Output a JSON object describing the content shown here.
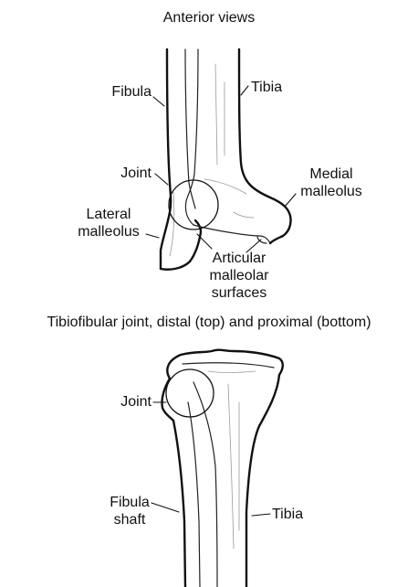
{
  "top_view": {
    "title": "Anterior views",
    "labels": {
      "fibula": "Fibula",
      "tibia": "Tibia",
      "joint": "Joint",
      "medial_malleolus_line1": "Medial",
      "medial_malleolus_line2": "malleolus",
      "lateral_malleolus_line1": "Lateral",
      "lateral_malleolus_line2": "malleolus",
      "articular_line1": "Articular",
      "articular_line2": "malleolar",
      "articular_line3": "surfaces"
    }
  },
  "middle_caption": "Tibiofibular joint, distal (top) and proximal (bottom)",
  "bottom_view": {
    "labels": {
      "joint": "Joint",
      "fibula_shaft_line1": "Fibula",
      "fibula_shaft_line2": "shaft",
      "tibia": "Tibia"
    }
  }
}
